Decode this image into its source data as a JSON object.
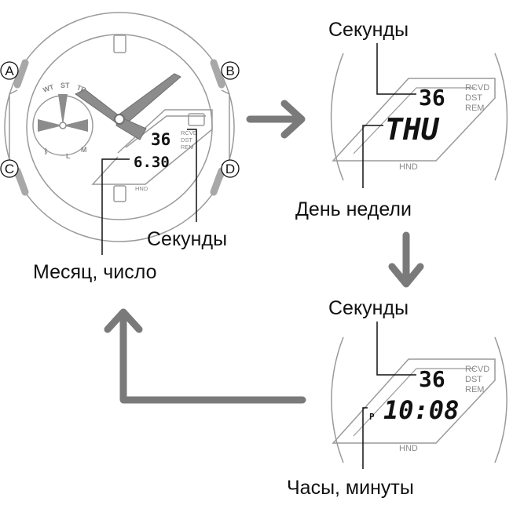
{
  "buttons": {
    "a": "A",
    "b": "B",
    "c": "C",
    "d": "D"
  },
  "main_watch": {
    "seconds_display": "36",
    "date_display": "6.30",
    "indicators": [
      "RCVD",
      "DST",
      "REM"
    ],
    "hnd_label": "HND",
    "subdial_labels": {
      "wt": "WT",
      "st": "ST",
      "tr": "TR",
      "l": "L",
      "m": "M"
    }
  },
  "screen_weekday": {
    "seconds_display": "36",
    "main_display": "THU",
    "indicators": [
      "RCVD",
      "DST",
      "REM"
    ],
    "hnd_label": "HND"
  },
  "screen_time": {
    "seconds_display": "36",
    "pm_marker": "P",
    "main_display": "10:08",
    "indicators": [
      "RCVD",
      "DST",
      "REM"
    ],
    "hnd_label": "HND"
  },
  "labels": {
    "seconds_top": "Секунды",
    "weekday": "День недели",
    "seconds_main": "Секунды",
    "month_day": "Месяц, число",
    "seconds_bottom": "Секунды",
    "hours_minutes": "Часы, минуты"
  },
  "colors": {
    "outline": "#9a9a9a",
    "arrow": "#7a7a7a",
    "hand": "#8c8c8c",
    "text": "#111111"
  }
}
